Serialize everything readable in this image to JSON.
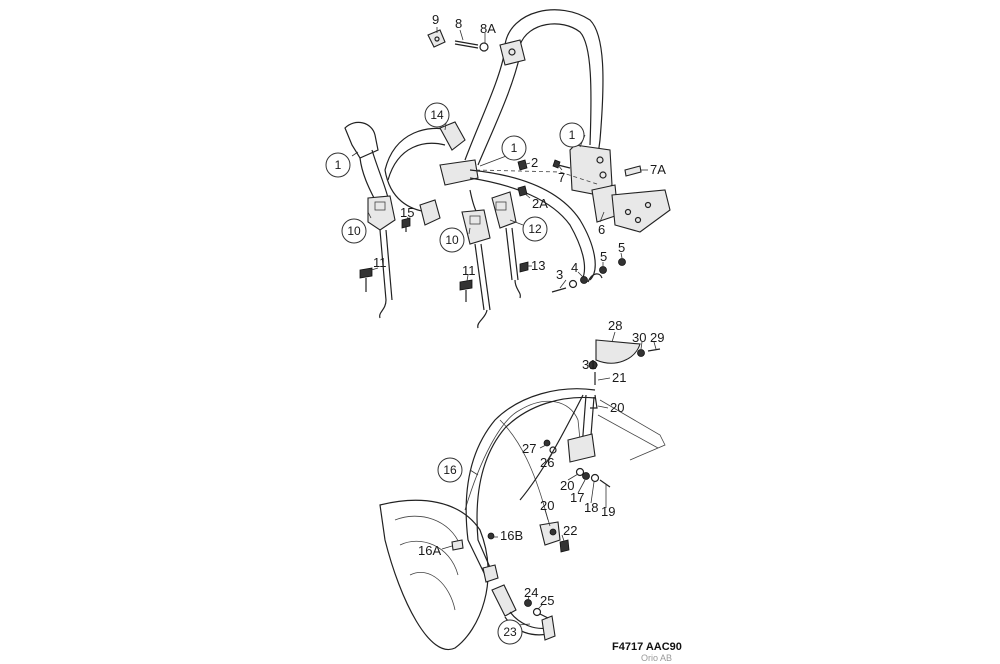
{
  "diagram": {
    "callouts_circled": [
      {
        "id": "c1a",
        "text": "1"
      },
      {
        "id": "c1b",
        "text": "1"
      },
      {
        "id": "c1c",
        "text": "1"
      },
      {
        "id": "c14",
        "text": "14"
      },
      {
        "id": "c10a",
        "text": "10"
      },
      {
        "id": "c10b",
        "text": "10"
      },
      {
        "id": "c12",
        "text": "12"
      },
      {
        "id": "c16",
        "text": "16"
      },
      {
        "id": "c23",
        "text": "23"
      }
    ],
    "labels": [
      {
        "id": "l9",
        "text": "9"
      },
      {
        "id": "l8",
        "text": "8"
      },
      {
        "id": "l8A",
        "text": "8A"
      },
      {
        "id": "l2",
        "text": "2"
      },
      {
        "id": "l2A",
        "text": "2A"
      },
      {
        "id": "l7",
        "text": "7"
      },
      {
        "id": "l7A",
        "text": "7A"
      },
      {
        "id": "l6",
        "text": "6"
      },
      {
        "id": "l5a",
        "text": "5"
      },
      {
        "id": "l5b",
        "text": "5"
      },
      {
        "id": "l4",
        "text": "4"
      },
      {
        "id": "l3",
        "text": "3"
      },
      {
        "id": "l15",
        "text": "15"
      },
      {
        "id": "l11a",
        "text": "11"
      },
      {
        "id": "l11b",
        "text": "11"
      },
      {
        "id": "l13",
        "text": "13"
      },
      {
        "id": "l28",
        "text": "28"
      },
      {
        "id": "l30",
        "text": "30"
      },
      {
        "id": "l29",
        "text": "29"
      },
      {
        "id": "l31",
        "text": "31"
      },
      {
        "id": "l21",
        "text": "21"
      },
      {
        "id": "l20a",
        "text": "20"
      },
      {
        "id": "l27",
        "text": "27"
      },
      {
        "id": "l26",
        "text": "26"
      },
      {
        "id": "l20b",
        "text": "20"
      },
      {
        "id": "l17",
        "text": "17"
      },
      {
        "id": "l18",
        "text": "18"
      },
      {
        "id": "l19",
        "text": "19"
      },
      {
        "id": "l20c",
        "text": "20"
      },
      {
        "id": "l22",
        "text": "22"
      },
      {
        "id": "l16A",
        "text": "16A"
      },
      {
        "id": "l16B",
        "text": "16B"
      },
      {
        "id": "l24",
        "text": "24"
      },
      {
        "id": "l25",
        "text": "25"
      }
    ],
    "reference_code": "F4717 AAC90",
    "maker_mark": "Orio AB"
  }
}
